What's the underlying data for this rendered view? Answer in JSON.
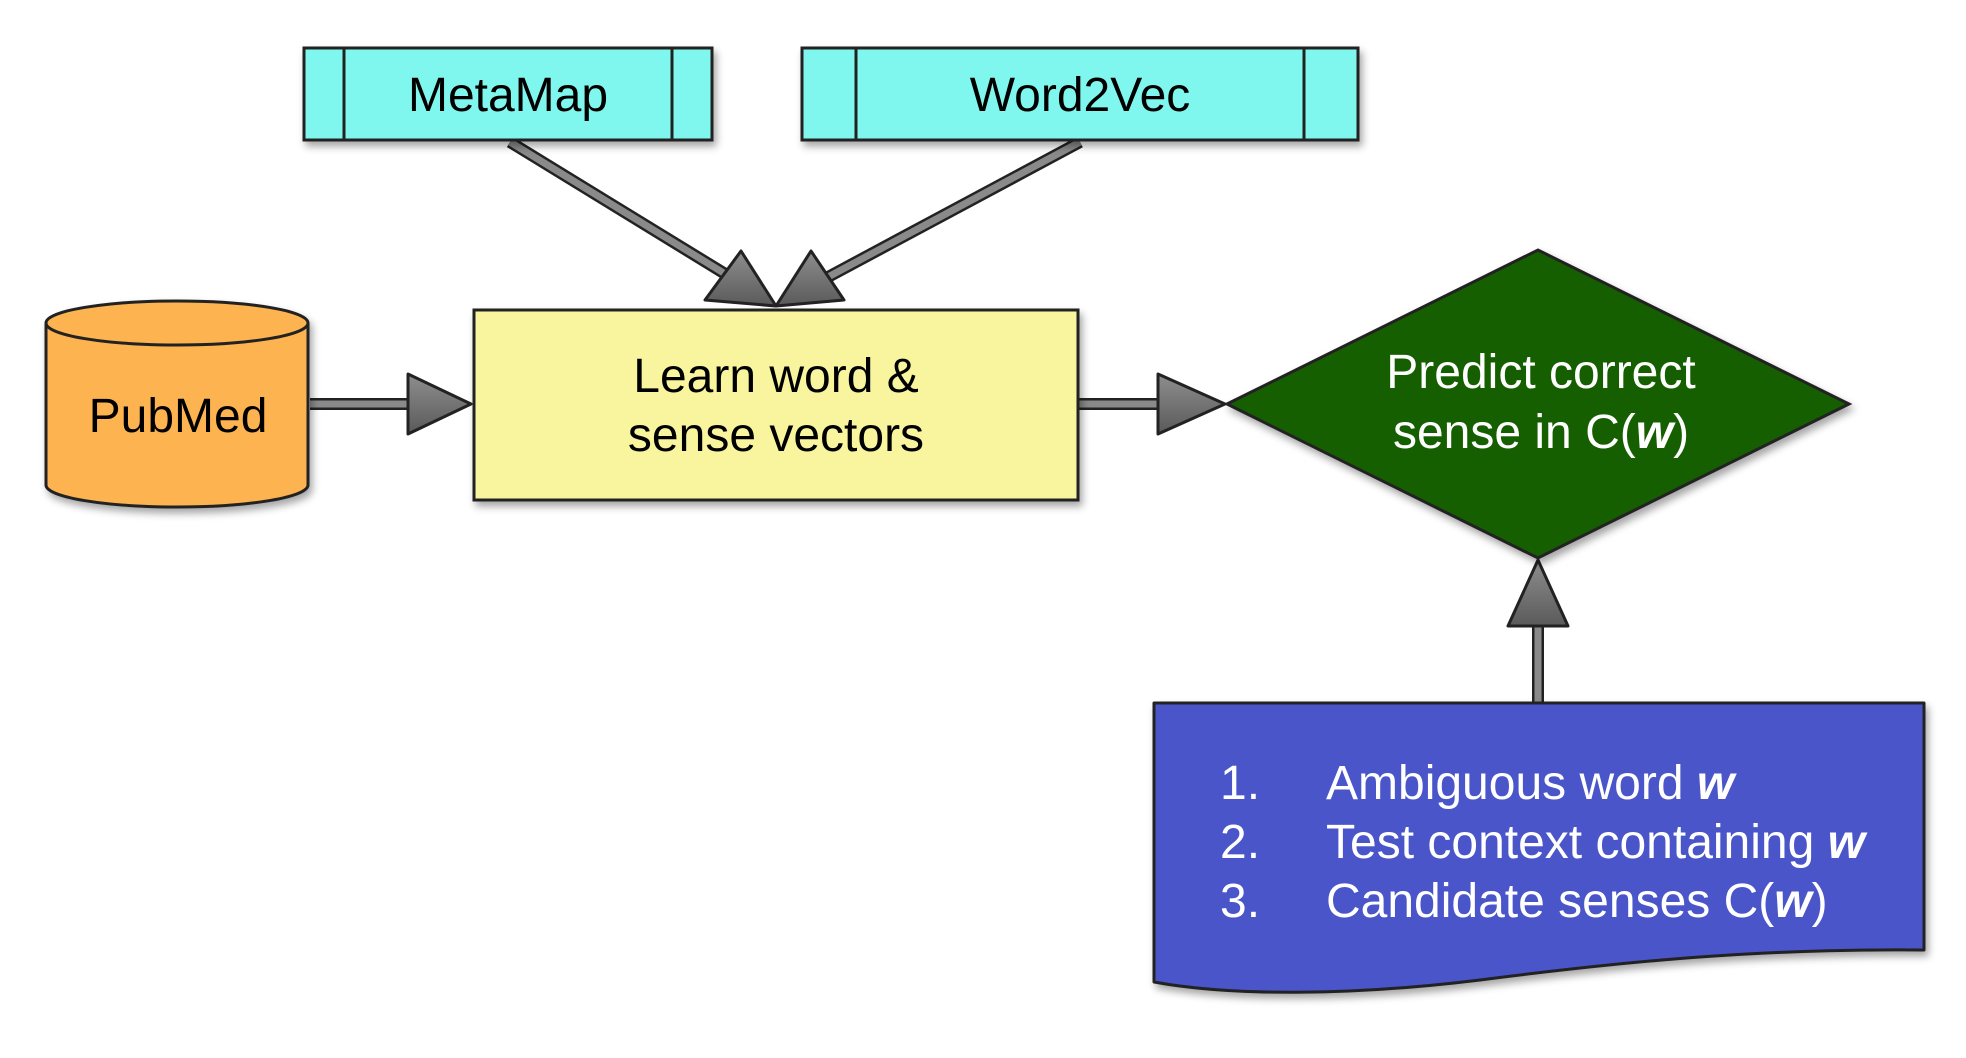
{
  "diagram": {
    "nodes": {
      "metamap": {
        "label": "MetaMap",
        "color": "#7ff7ee"
      },
      "word2vec": {
        "label": "Word2Vec",
        "color": "#7ff7ee"
      },
      "pubmed": {
        "label": "PubMed",
        "color": "#fdb34f"
      },
      "learn": {
        "line1": "Learn word &",
        "line2": "sense vectors",
        "color": "#f8f59e"
      },
      "predict": {
        "line1": "Predict correct",
        "line2_prefix": "sense in C(",
        "line2_var": "w",
        "line2_suffix": ")",
        "color": "#165f06"
      },
      "inputs": {
        "color": "#4a55c8",
        "items": [
          {
            "num": "1.",
            "text": "Ambiguous word ",
            "var": "w",
            "suffix": ""
          },
          {
            "num": "2.",
            "text": "Test context containing ",
            "var": "w",
            "suffix": ""
          },
          {
            "num": "3.",
            "text": "Candidate senses C(",
            "var": "w",
            "suffix": ")"
          }
        ]
      }
    },
    "edges": [
      {
        "from": "metamap",
        "to": "learn"
      },
      {
        "from": "word2vec",
        "to": "learn"
      },
      {
        "from": "pubmed",
        "to": "learn"
      },
      {
        "from": "learn",
        "to": "predict"
      },
      {
        "from": "inputs",
        "to": "predict"
      }
    ]
  }
}
